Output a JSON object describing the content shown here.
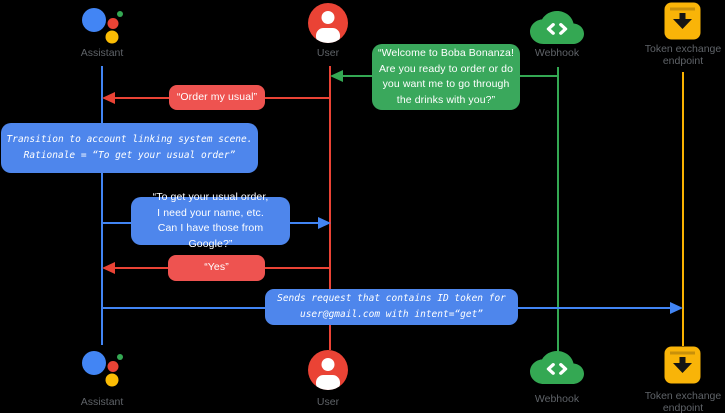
{
  "diagram": {
    "type": "sequence-diagram",
    "background": "#000000"
  },
  "colors": {
    "assistant_blue": "#4285F4",
    "user_red": "#EA4335",
    "webhook_green": "#34A853",
    "token_yellow": "#F9B200",
    "bubble_blue": "#4E86EC",
    "bubble_red": "#EE5350",
    "bubble_green": "#3AA85C",
    "label_gray": "#5F6368",
    "assistant_logo": [
      "#4285F4",
      "#EA4335",
      "#FBBC04",
      "#34A853"
    ]
  },
  "actors": {
    "assistant": {
      "label": "Assistant"
    },
    "user": {
      "label": "User"
    },
    "webhook": {
      "label": "Webhook"
    },
    "token": {
      "label": "Token exchange\nendpoint"
    }
  },
  "messages": {
    "welcome": {
      "from": "webhook",
      "to": "user",
      "color": "green",
      "text": "“Welcome to Boba Bonanza!\nAre you ready to order or do\nyou want me to go through\nthe drinks with you?”"
    },
    "order": {
      "from": "user",
      "to": "assistant",
      "color": "red",
      "text": "“Order my usual”"
    },
    "transition": {
      "actor": "assistant",
      "color": "blue",
      "text": "Transition to account linking system scene.\nRationale = “To get your usual order”"
    },
    "ask": {
      "from": "assistant",
      "to": "user",
      "color": "blue",
      "text": "“To get your usual order,\nI need your name, etc.\nCan I have those from Google?”"
    },
    "yes": {
      "from": "user",
      "to": "assistant",
      "color": "red",
      "text": "“Yes”"
    },
    "request": {
      "from": "assistant",
      "to": "token",
      "color": "blue",
      "text": "Sends request that contains ID token for\nuser@gmail.com with intent=“get”"
    }
  }
}
